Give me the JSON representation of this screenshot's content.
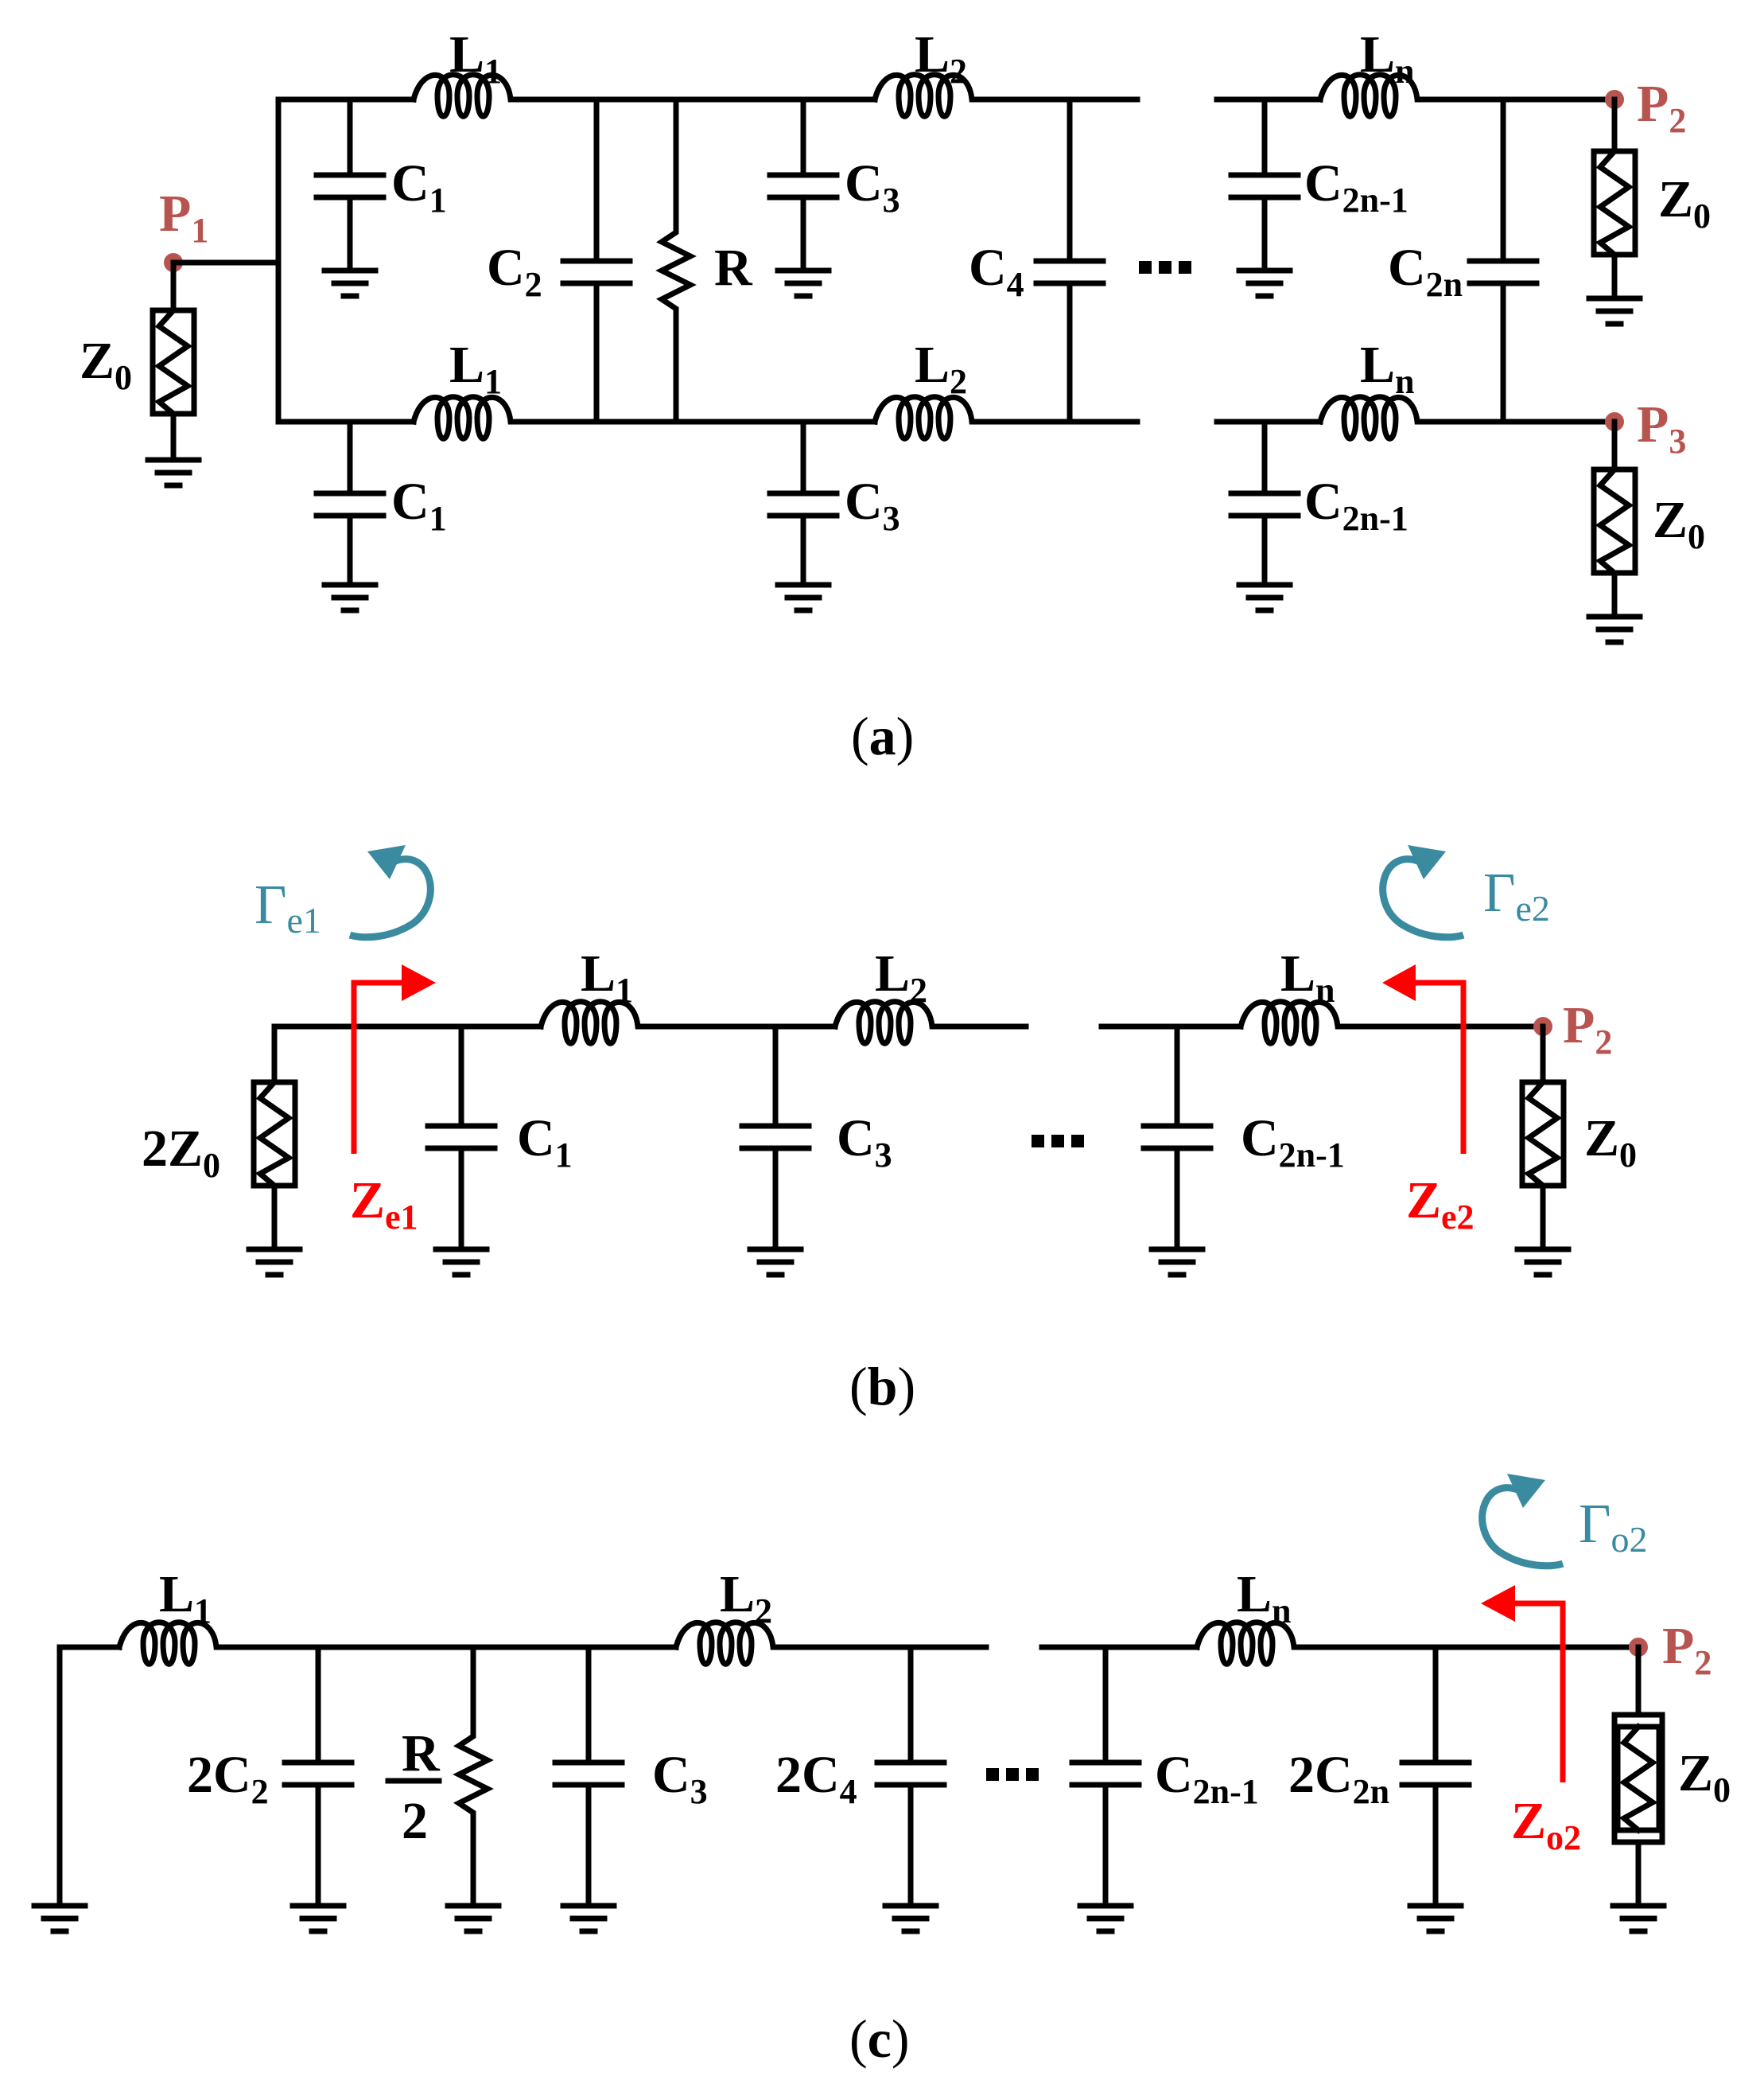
{
  "colors": {
    "wire": "#000000",
    "port": "#b85450",
    "reflection": "#3a8aa0",
    "impedance": "#ff0000"
  },
  "panel_a": {
    "caption": "a",
    "ports": [
      {
        "main": "P",
        "sub": "1"
      },
      {
        "main": "P",
        "sub": "2"
      },
      {
        "main": "P",
        "sub": "3"
      }
    ],
    "inductors": [
      {
        "main": "L",
        "sub": "1"
      },
      {
        "main": "L",
        "sub": "2"
      },
      {
        "main": "L",
        "sub": "n"
      },
      {
        "main": "L",
        "sub": "1"
      },
      {
        "main": "L",
        "sub": "2"
      },
      {
        "main": "L",
        "sub": "n"
      }
    ],
    "capacitors": [
      {
        "main": "C",
        "sub": "1"
      },
      {
        "main": "C",
        "sub": "2"
      },
      {
        "main": "C",
        "sub": "3"
      },
      {
        "main": "C",
        "sub": "4"
      },
      {
        "main": "C",
        "sub": "2n-1"
      },
      {
        "main": "C",
        "sub": "2n"
      },
      {
        "main": "C",
        "sub": "1"
      },
      {
        "main": "C",
        "sub": "3"
      },
      {
        "main": "C",
        "sub": "2n-1"
      }
    ],
    "resistor": "R",
    "loads": [
      {
        "main": "Z",
        "sub": "0"
      },
      {
        "main": "Z",
        "sub": "0"
      },
      {
        "main": "Z",
        "sub": "0"
      }
    ]
  },
  "panel_b": {
    "caption": "b",
    "gamma_left": {
      "main": "Γ",
      "sub": "e1"
    },
    "gamma_right": {
      "main": "Γ",
      "sub": "e2"
    },
    "z_left": {
      "main": "Z",
      "sub": "e1"
    },
    "z_right": {
      "main": "Z",
      "sub": "e2"
    },
    "port": {
      "main": "P",
      "sub": "2"
    },
    "inductors": [
      {
        "main": "L",
        "sub": "1"
      },
      {
        "main": "L",
        "sub": "2"
      },
      {
        "main": "L",
        "sub": "n"
      }
    ],
    "capacitors": [
      {
        "main": "C",
        "sub": "1"
      },
      {
        "main": "C",
        "sub": "3"
      },
      {
        "main": "C",
        "sub": "2n-1"
      }
    ],
    "source_load": {
      "main": "2Z",
      "sub": "0"
    },
    "load": {
      "main": "Z",
      "sub": "0"
    }
  },
  "panel_c": {
    "caption": "c",
    "gamma": {
      "main": "Γ",
      "sub": "o2"
    },
    "z": {
      "main": "Z",
      "sub": "o2"
    },
    "port": {
      "main": "P",
      "sub": "2"
    },
    "inductors": [
      {
        "main": "L",
        "sub": "1"
      },
      {
        "main": "L",
        "sub": "2"
      },
      {
        "main": "L",
        "sub": "n"
      }
    ],
    "capacitors": [
      {
        "main": "2C",
        "sub": "2"
      },
      {
        "main": "C",
        "sub": "3"
      },
      {
        "main": "2C",
        "sub": "4"
      },
      {
        "main": "C",
        "sub": "2n-1"
      },
      {
        "main": "2C",
        "sub": "2n"
      }
    ],
    "resistor_num": "R",
    "resistor_den": "2",
    "load": {
      "main": "Z",
      "sub": "0"
    }
  }
}
